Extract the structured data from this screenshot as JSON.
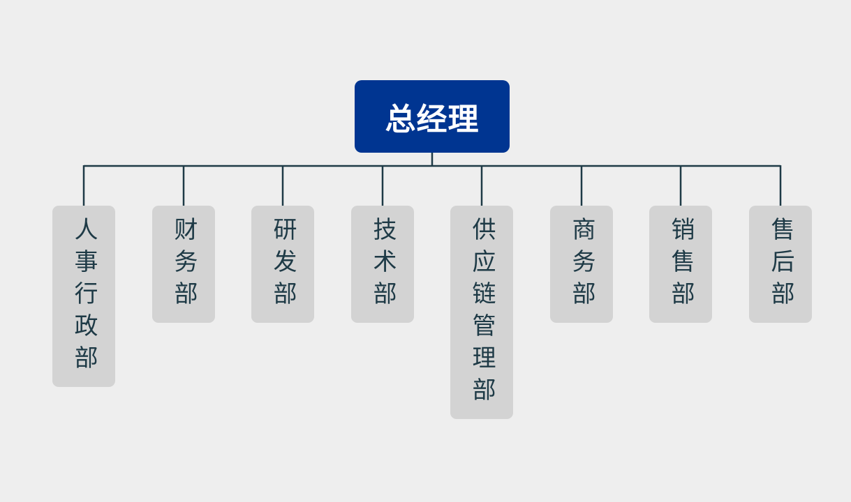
{
  "diagram": {
    "root": {
      "label": "总经理"
    },
    "departments": [
      {
        "label": "人事行政部"
      },
      {
        "label": "财务部"
      },
      {
        "label": "研发部"
      },
      {
        "label": "技术部"
      },
      {
        "label": "供应链管理部"
      },
      {
        "label": "商务部"
      },
      {
        "label": "销售部"
      },
      {
        "label": "售后部"
      }
    ]
  },
  "colors": {
    "background": "#eeeeee",
    "root_fill": "#003591",
    "root_text": "#ffffff",
    "node_fill": "#d3d3d3",
    "node_text": "#1e3a46",
    "connector": "#1e3a46"
  }
}
